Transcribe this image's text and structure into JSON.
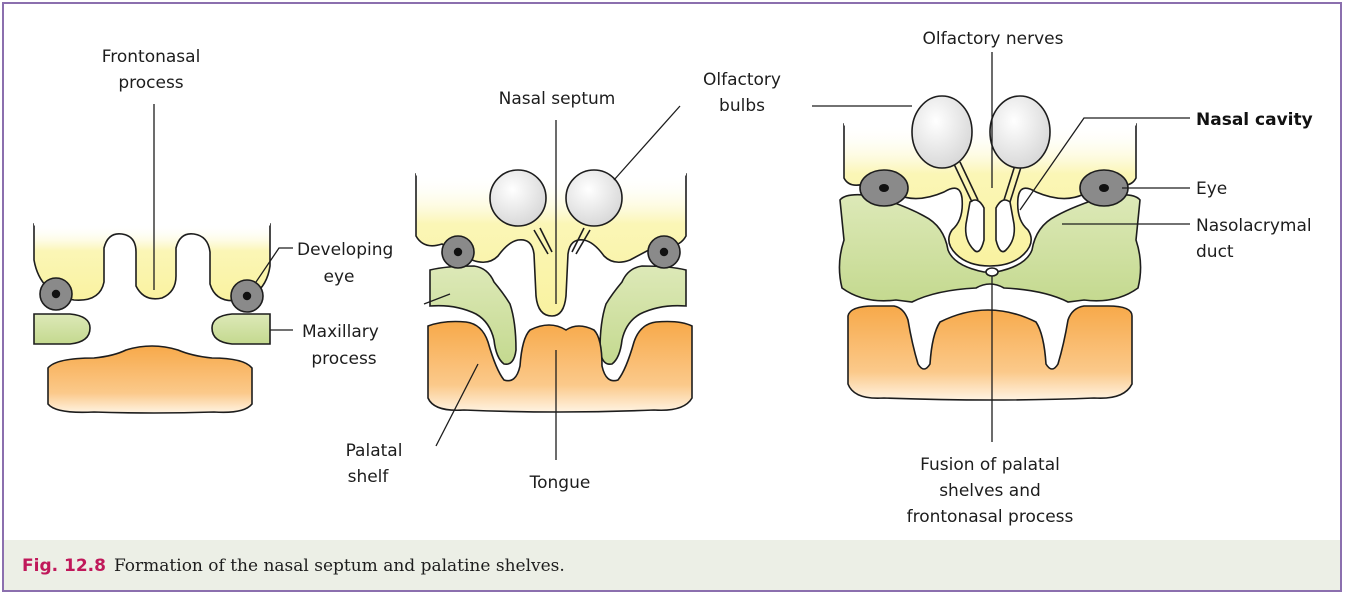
{
  "labels": {
    "frontonasal_1": "Frontonasal",
    "frontonasal_2": "process",
    "developing_1": "Developing",
    "developing_2": "eye",
    "maxillary_1": "Maxillary",
    "maxillary_2": "process",
    "nasal_septum": "Nasal septum",
    "olfactory_bulbs_1": "Olfactory",
    "olfactory_bulbs_2": "bulbs",
    "palatal_1": "Palatal",
    "palatal_2": "shelf",
    "tongue": "Tongue",
    "olfactory_nerves": "Olfactory nerves",
    "nasal_cavity": "Nasal cavity",
    "eye": "Eye",
    "nasolacrymal_1": "Nasolacrymal",
    "nasolacrymal_2": "duct",
    "fusion_1": "Fusion of palatal",
    "fusion_2": "shelves and",
    "fusion_3": "frontonasal process"
  },
  "caption": {
    "number": "Fig. 12.8",
    "text": "Formation of the nasal septum and palatine shelves."
  },
  "colors": {
    "frame_border": "#8b6fae",
    "caption_bg": "#ecefe6",
    "caption_number": "#c0185a",
    "frontonasal_yellow": "#fbf6b6",
    "maxillary_green": "#cfe0a4",
    "mandible_orange": "#f8b25a",
    "eye_gray": "#8a8a8a",
    "bulb_white": "#e9e9e9"
  }
}
